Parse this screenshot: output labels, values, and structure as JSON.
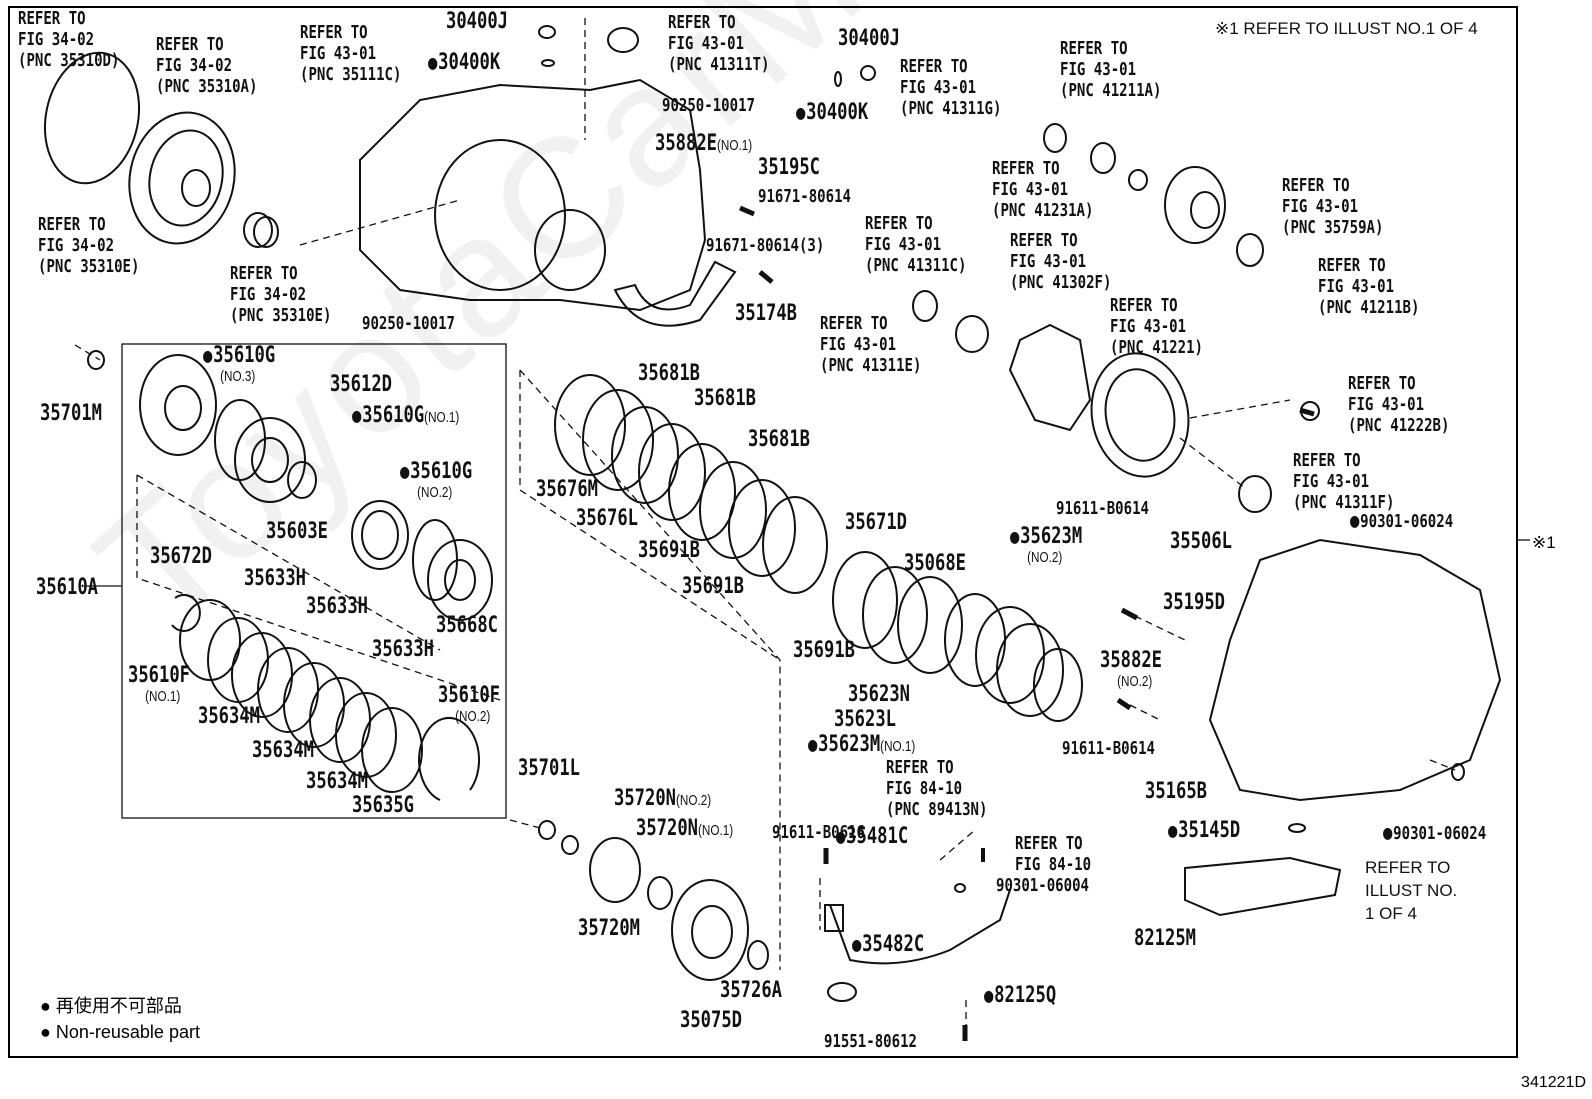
{
  "header": {
    "note": "※1 REFER TO ILLUST NO.1 OF 4",
    "side_marker": "※1",
    "figure_id": "341221D",
    "watermark": "ToyotaCarMine.ru"
  },
  "legend": {
    "items": [
      {
        "symbol": "filled-dot",
        "text": "再使用不可部品"
      },
      {
        "symbol": "filled-dot",
        "text": "Non-reusable part"
      }
    ]
  },
  "references": [
    {
      "id": "ref-35310D",
      "text": "REFER TO\nFIG 34-02\n(PNC 35310D)"
    },
    {
      "id": "ref-35310A",
      "text": "REFER TO\nFIG 34-02\n(PNC 35310A)"
    },
    {
      "id": "ref-35111C",
      "text": "REFER TO\nFIG 43-01\n(PNC 35111C)"
    },
    {
      "id": "ref-35310E-a",
      "text": "REFER TO\nFIG 34-02\n(PNC 35310E)"
    },
    {
      "id": "ref-35310E-b",
      "text": "REFER TO\nFIG 34-02\n(PNC 35310E)"
    },
    {
      "id": "ref-41311T",
      "text": "REFER TO\nFIG 43-01\n(PNC 41311T)"
    },
    {
      "id": "ref-41311G",
      "text": "REFER TO\nFIG 43-01\n(PNC 41311G)"
    },
    {
      "id": "ref-41211A",
      "text": "REFER TO\nFIG 43-01\n(PNC 41211A)"
    },
    {
      "id": "ref-41231A",
      "text": "REFER TO\nFIG 43-01\n(PNC 41231A)"
    },
    {
      "id": "ref-35759A",
      "text": "REFER TO\nFIG 43-01\n(PNC 35759A)"
    },
    {
      "id": "ref-41211B",
      "text": "REFER TO\nFIG 43-01\n(PNC 41211B)"
    },
    {
      "id": "ref-41311C",
      "text": "REFER TO\nFIG 43-01\n(PNC 41311C)"
    },
    {
      "id": "ref-41302F",
      "text": "REFER TO\nFIG 43-01\n(PNC 41302F)"
    },
    {
      "id": "ref-41311E",
      "text": "REFER TO\nFIG 43-01\n(PNC 41311E)"
    },
    {
      "id": "ref-41221",
      "text": "REFER TO\nFIG 43-01\n(PNC 41221)"
    },
    {
      "id": "ref-41222B",
      "text": "REFER TO\nFIG 43-01\n(PNC 41222B)"
    },
    {
      "id": "ref-41311F",
      "text": "REFER TO\nFIG 43-01\n(PNC 41311F)"
    },
    {
      "id": "ref-89413N",
      "text": "REFER TO\nFIG 84-10\n(PNC 89413N)"
    },
    {
      "id": "ref-84-10",
      "text": "REFER TO\nFIG 84-10"
    },
    {
      "id": "ref-illust",
      "text": "REFER TO\nILLUST NO.\n1 OF 4"
    }
  ],
  "parts": [
    {
      "id": "p-30400J-a",
      "number": "30400J",
      "nonreusable": false,
      "note": ""
    },
    {
      "id": "p-30400K-a",
      "number": "30400K",
      "nonreusable": true,
      "note": ""
    },
    {
      "id": "p-30400J-b",
      "number": "30400J",
      "nonreusable": false,
      "note": ""
    },
    {
      "id": "p-30400K-b",
      "number": "30400K",
      "nonreusable": true,
      "note": ""
    },
    {
      "id": "p-90250-a",
      "number": "90250-10017",
      "nonreusable": false,
      "note": ""
    },
    {
      "id": "p-90250-b",
      "number": "90250-10017",
      "nonreusable": false,
      "note": ""
    },
    {
      "id": "p-35882E-1",
      "number": "35882E",
      "nonreusable": false,
      "note": "(NO.1)"
    },
    {
      "id": "p-35195C",
      "number": "35195C",
      "nonreusable": false,
      "note": ""
    },
    {
      "id": "p-91671-a",
      "number": "91671-80614",
      "nonreusable": false,
      "note": ""
    },
    {
      "id": "p-91671-b",
      "number": "91671-80614(3)",
      "nonreusable": false,
      "note": ""
    },
    {
      "id": "p-35174B",
      "number": "35174B",
      "nonreusable": false,
      "note": ""
    },
    {
      "id": "p-35701M",
      "number": "35701M",
      "nonreusable": false,
      "note": ""
    },
    {
      "id": "p-35610G-3",
      "number": "35610G",
      "nonreusable": true,
      "note": "(NO.3)"
    },
    {
      "id": "p-35612D",
      "number": "35612D",
      "nonreusable": false,
      "note": ""
    },
    {
      "id": "p-35610G-1",
      "number": "35610G",
      "nonreusable": true,
      "note": "(NO.1)"
    },
    {
      "id": "p-35610G-2",
      "number": "35610G",
      "nonreusable": true,
      "note": "(NO.2)"
    },
    {
      "id": "p-35603E",
      "number": "35603E",
      "nonreusable": false,
      "note": ""
    },
    {
      "id": "p-35668C",
      "number": "35668C",
      "nonreusable": false,
      "note": ""
    },
    {
      "id": "p-35610A",
      "number": "35610A",
      "nonreusable": false,
      "note": ""
    },
    {
      "id": "p-35672D",
      "number": "35672D",
      "nonreusable": false,
      "note": ""
    },
    {
      "id": "p-35633H-a",
      "number": "35633H",
      "nonreusable": false,
      "note": ""
    },
    {
      "id": "p-35633H-b",
      "number": "35633H",
      "nonreusable": false,
      "note": ""
    },
    {
      "id": "p-35633H-c",
      "number": "35633H",
      "nonreusable": false,
      "note": ""
    },
    {
      "id": "p-35610F-1",
      "number": "35610F",
      "nonreusable": false,
      "note": "(NO.1)"
    },
    {
      "id": "p-35610F-2",
      "number": "35610F",
      "nonreusable": false,
      "note": "(NO.2)"
    },
    {
      "id": "p-35634M-a",
      "number": "35634M",
      "nonreusable": false,
      "note": ""
    },
    {
      "id": "p-35634M-b",
      "number": "35634M",
      "nonreusable": false,
      "note": ""
    },
    {
      "id": "p-35634M-c",
      "number": "35634M",
      "nonreusable": false,
      "note": ""
    },
    {
      "id": "p-35635G",
      "number": "35635G",
      "nonreusable": false,
      "note": ""
    },
    {
      "id": "p-35681B-a",
      "number": "35681B",
      "nonreusable": false,
      "note": ""
    },
    {
      "id": "p-35681B-b",
      "number": "35681B",
      "nonreusable": false,
      "note": ""
    },
    {
      "id": "p-35681B-c",
      "number": "35681B",
      "nonreusable": false,
      "note": ""
    },
    {
      "id": "p-35676M",
      "number": "35676M",
      "nonreusable": false,
      "note": ""
    },
    {
      "id": "p-35676L",
      "number": "35676L",
      "nonreusable": false,
      "note": ""
    },
    {
      "id": "p-35691B-a",
      "number": "35691B",
      "nonreusable": false,
      "note": ""
    },
    {
      "id": "p-35691B-b",
      "number": "35691B",
      "nonreusable": false,
      "note": ""
    },
    {
      "id": "p-35691B-c",
      "number": "35691B",
      "nonreusable": false,
      "note": ""
    },
    {
      "id": "p-35671D",
      "number": "35671D",
      "nonreusable": false,
      "note": ""
    },
    {
      "id": "p-35623M-2",
      "number": "35623M",
      "nonreusable": true,
      "note": "(NO.2)"
    },
    {
      "id": "p-35068E",
      "number": "35068E",
      "nonreusable": false,
      "note": ""
    },
    {
      "id": "p-35623N",
      "number": "35623N",
      "nonreusable": false,
      "note": ""
    },
    {
      "id": "p-35623L",
      "number": "35623L",
      "nonreusable": false,
      "note": ""
    },
    {
      "id": "p-35623M-1",
      "number": "35623M",
      "nonreusable": true,
      "note": "(NO.1)"
    },
    {
      "id": "p-91611-a",
      "number": "91611-B0614",
      "nonreusable": false,
      "note": ""
    },
    {
      "id": "p-90301-a",
      "number": "90301-06024",
      "nonreusable": true,
      "note": ""
    },
    {
      "id": "p-35506L",
      "number": "35506L",
      "nonreusable": false,
      "note": ""
    },
    {
      "id": "p-35195D",
      "number": "35195D",
      "nonreusable": false,
      "note": ""
    },
    {
      "id": "p-35882E-2",
      "number": "35882E",
      "nonreusable": false,
      "note": "(NO.2)"
    },
    {
      "id": "p-91611-b",
      "number": "91611-B0614",
      "nonreusable": false,
      "note": ""
    },
    {
      "id": "p-35165B",
      "number": "35165B",
      "nonreusable": false,
      "note": ""
    },
    {
      "id": "p-35145D",
      "number": "35145D",
      "nonreusable": true,
      "note": ""
    },
    {
      "id": "p-90301-b",
      "number": "90301-06024",
      "nonreusable": true,
      "note": ""
    },
    {
      "id": "p-35701L",
      "number": "35701L",
      "nonreusable": false,
      "note": ""
    },
    {
      "id": "p-35720N-2",
      "number": "35720N",
      "nonreusable": false,
      "note": "(NO.2)"
    },
    {
      "id": "p-35720N-1",
      "number": "35720N",
      "nonreusable": false,
      "note": "(NO.1)"
    },
    {
      "id": "p-35720M",
      "number": "35720M",
      "nonreusable": false,
      "note": ""
    },
    {
      "id": "p-35075D",
      "number": "35075D",
      "nonreusable": false,
      "note": ""
    },
    {
      "id": "p-35726A",
      "number": "35726A",
      "nonreusable": false,
      "note": ""
    },
    {
      "id": "p-91611-B0616",
      "number": "91611-B0616",
      "nonreusable": false,
      "note": ""
    },
    {
      "id": "p-35481C",
      "number": "35481C",
      "nonreusable": true,
      "note": ""
    },
    {
      "id": "p-90301-06004",
      "number": "90301-06004",
      "nonreusable": false,
      "note": ""
    },
    {
      "id": "p-82125M",
      "number": "82125M",
      "nonreusable": false,
      "note": ""
    },
    {
      "id": "p-35482C",
      "number": "35482C",
      "nonreusable": true,
      "note": ""
    },
    {
      "id": "p-82125Q",
      "number": "82125Q",
      "nonreusable": true,
      "note": ""
    },
    {
      "id": "p-91551",
      "number": "91551-80612",
      "nonreusable": false,
      "note": ""
    }
  ]
}
